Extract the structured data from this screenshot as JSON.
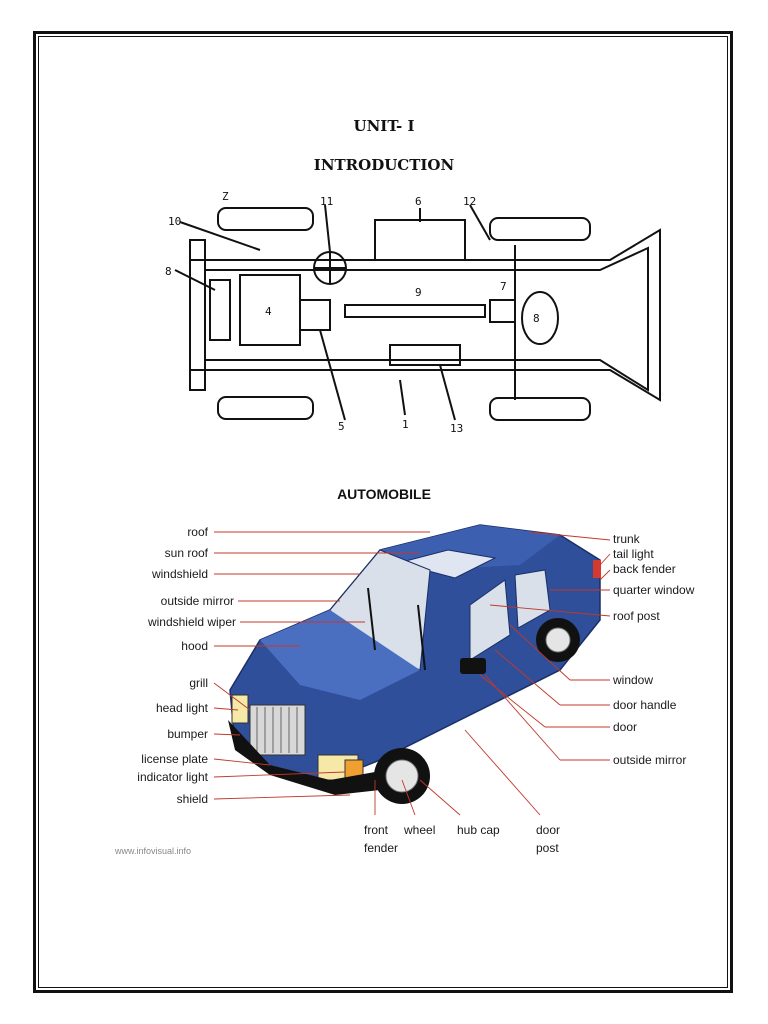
{
  "unit_title": "UNIT- I",
  "intro_title": "INTRODUCTION",
  "chassis_numbers": [
    "Z",
    "11",
    "6",
    "12",
    "10",
    "8",
    "4",
    "9",
    "7",
    "8",
    "5",
    "1",
    "13"
  ],
  "auto_title": "AUTOMOBILE",
  "left_labels": [
    "roof",
    "sun roof",
    "windshield",
    "outside mirror",
    "windshield wiper",
    "hood",
    "grill",
    "head light",
    "bumper",
    "license plate",
    "indicator light",
    "shield"
  ],
  "right_labels": [
    "trunk",
    "tail light",
    "back fender",
    "quarter window",
    "roof post",
    "window",
    "door handle",
    "door",
    "outside mirror"
  ],
  "bottom_labels": [
    "front",
    "fender",
    "wheel",
    "hub cap",
    "door",
    "post"
  ],
  "credit": "www.infovisual.info",
  "colors": {
    "car_body": "#2f4f9a",
    "car_light": "#5b7cc8",
    "leader_lines": "#c0392b"
  }
}
